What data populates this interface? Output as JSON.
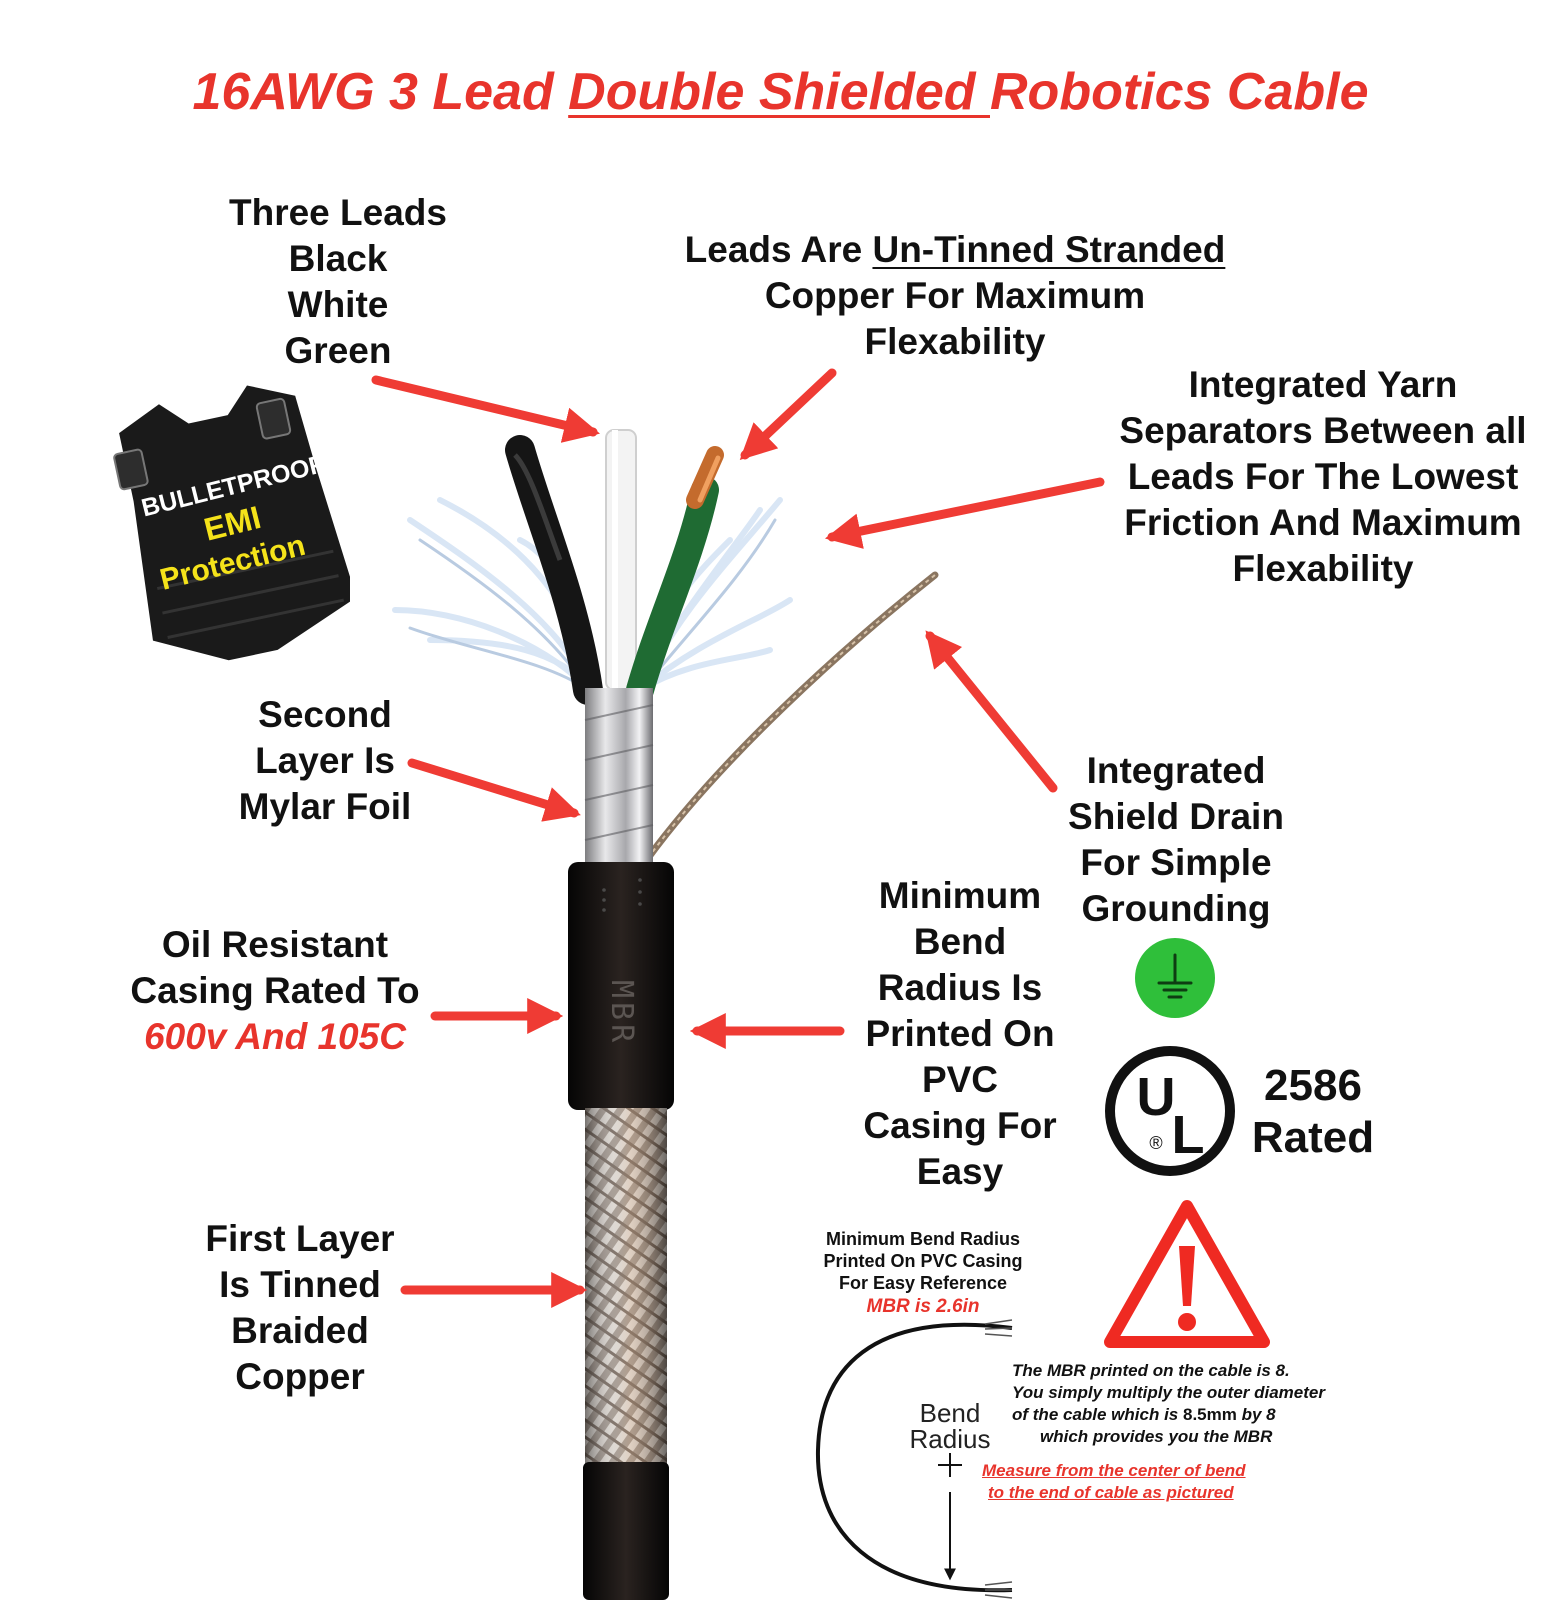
{
  "title": {
    "part1": "16AWG 3 Lead ",
    "part2": "Double Shielded ",
    "part3": "Robotics Cable"
  },
  "labels": {
    "three_leads": [
      "Three Leads",
      "Black",
      "White",
      "Green"
    ],
    "untinned": {
      "line1_a": "Leads Are ",
      "line1_b": "Un-Tinned Stranded",
      "line2": "Copper For Maximum",
      "line3": "Flexability"
    },
    "yarn": [
      "Integrated Yarn",
      "Separators Between all",
      "Leads For The Lowest",
      "Friction And Maximum",
      "Flexability"
    ],
    "mylar": [
      "Second",
      "Layer Is",
      "Mylar Foil"
    ],
    "drain": [
      "Integrated",
      "Shield Drain",
      "For Simple",
      "Grounding"
    ],
    "oil": {
      "line1": "Oil Resistant",
      "line2": "Casing Rated To",
      "line3": "600v And 105C"
    },
    "mbr": [
      "Minimum",
      "Bend",
      "Radius Is",
      "Printed On",
      "PVC",
      "Casing For",
      "Easy"
    ],
    "braid": [
      "First Layer",
      "Is Tinned",
      "Braided",
      "Copper"
    ]
  },
  "vest": {
    "line1": "BULLETPROOF",
    "line2": "EMI",
    "line3": "Protection"
  },
  "ul": {
    "mark_u": "U",
    "mark_l": "L",
    "mark_r": "®",
    "rating_number": "2586",
    "rating_word": "Rated"
  },
  "cable_print": "MBR",
  "mbr_note": {
    "lines": [
      "Minimum Bend Radius",
      "Printed On PVC Casing",
      "For Easy Reference"
    ],
    "value": "MBR is 2.6in"
  },
  "explanation": {
    "line1": "The MBR printed on the cable is 8.",
    "line2": "You simply multiply the outer diameter",
    "line3_a": "of the cable which is ",
    "line3_b": "8.5mm",
    "line3_c": " by 8",
    "line4": "which provides you the MBR"
  },
  "measure": {
    "line1": "Measure from the center of bend",
    "line2": "to the end of cable as pictured"
  },
  "bend_label": [
    "Bend",
    "Radius"
  ],
  "colors": {
    "accent_red": "#e8342c",
    "ground_green": "#2fbf3a",
    "vest_yellow": "#f5e31a",
    "cable_black": "#161616"
  },
  "icons": [
    "bulletproof-vest-icon",
    "ground-symbol-icon",
    "ul-logo-icon",
    "warning-triangle-icon"
  ]
}
